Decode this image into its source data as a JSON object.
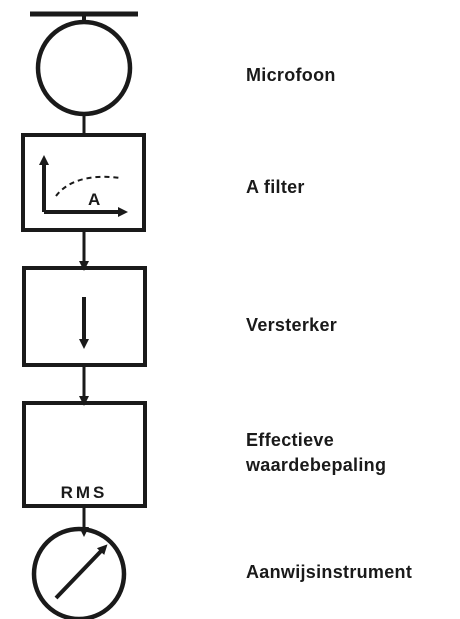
{
  "stages": [
    {
      "label": "Microfoon"
    },
    {
      "label": "A filter",
      "symbol_text": "A"
    },
    {
      "label": "Versterker"
    },
    {
      "label_line1": "Effectieve",
      "label_line2": "waardebepaling",
      "symbol_text": "RMS"
    },
    {
      "label": "Aanwijsinstrument"
    }
  ],
  "colors": {
    "ink": "#1a1a1a",
    "background": "#ffffff"
  }
}
